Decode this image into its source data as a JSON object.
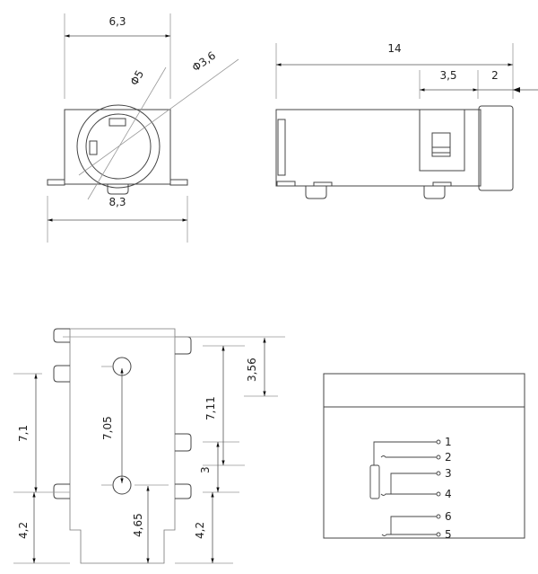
{
  "front_view": {
    "width_top": "6,3",
    "width_bottom": "8,3",
    "diameter_outer": "Φ5",
    "diameter_inner": "Φ3,6"
  },
  "side_view": {
    "length": "14",
    "switch_offset": "3,5",
    "cap_length": "2"
  },
  "footprint": {
    "left_pitch": "7,1",
    "left_bottom": "4,2",
    "hole_pitch": "7,05",
    "hole_bottom": "4,65",
    "right_top": "3,56",
    "right_pitch": "7,11",
    "right_mid": "3",
    "right_bottom": "4,2"
  },
  "schematic": {
    "pins": [
      "1",
      "2",
      "3",
      "4",
      "6",
      "5"
    ]
  }
}
